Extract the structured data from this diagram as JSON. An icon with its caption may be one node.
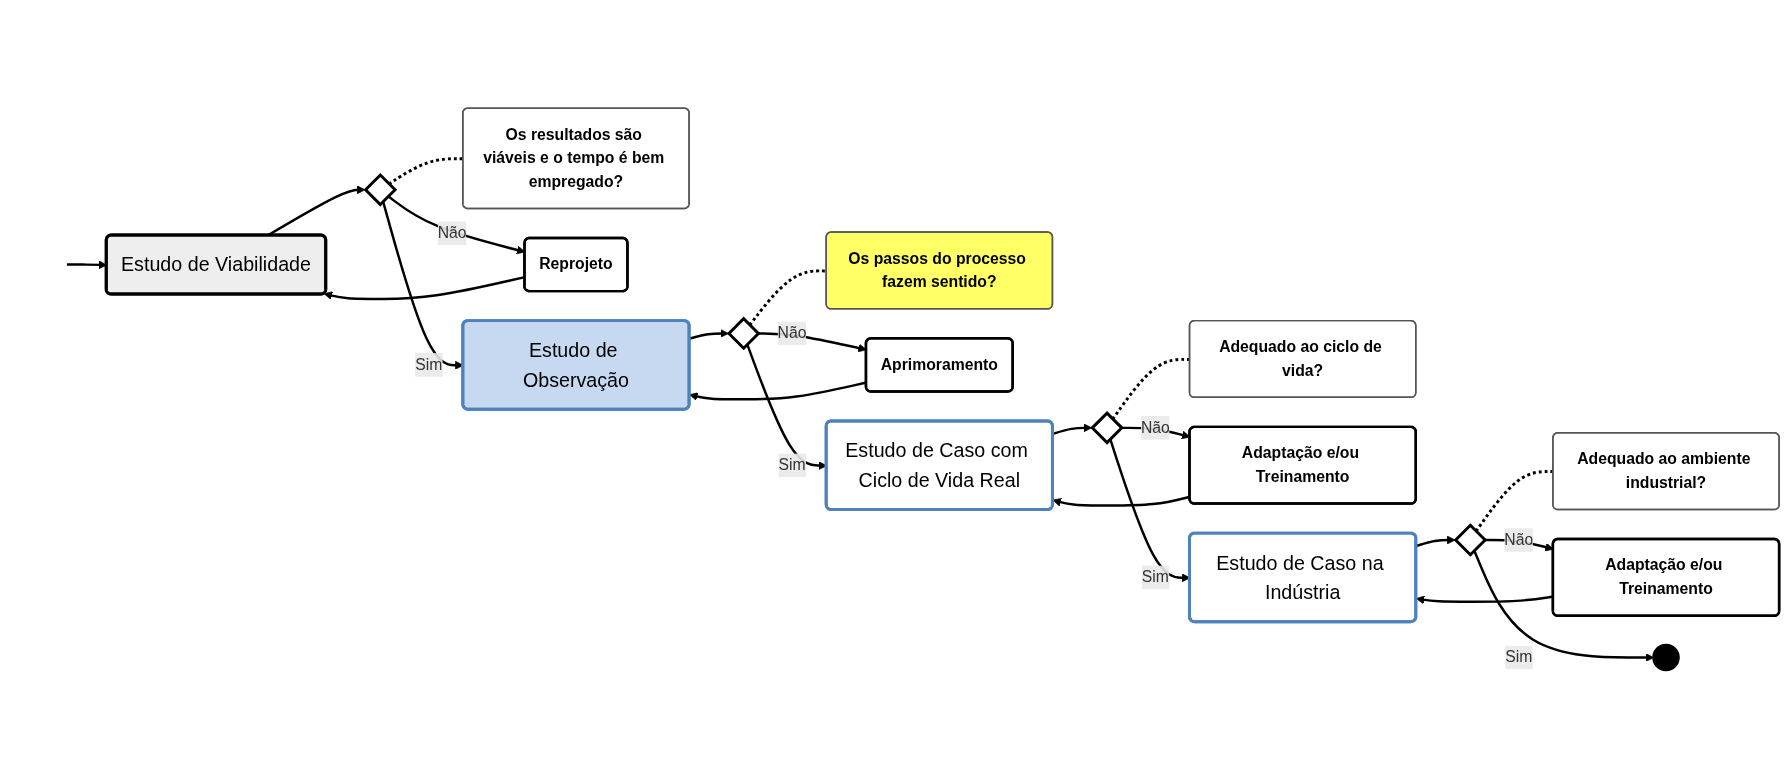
{
  "diagram": {
    "nodes": [
      {
        "text": [
          "Estudo de Viabilidade"
        ]
      },
      {
        "text": [],
        "shape": "diamond"
      },
      {
        "text": [
          "Os resultados são viáveis e o tempo é bem empregado?"
        ]
      },
      {
        "text": [
          "Reprojeto"
        ]
      },
      {
        "text": [
          "Estudo de Observação"
        ]
      },
      {
        "text": [],
        "shape": "diamond"
      },
      {
        "text": [
          "Os passos do processo fazem sentido?"
        ]
      },
      {
        "text": [
          "Aprimoramento"
        ]
      },
      {
        "text": [
          "Estudo de Caso com Ciclo de Vida Real"
        ]
      },
      {
        "text": [],
        "shape": "diamond"
      },
      {
        "text": [
          "Adequado ao ciclo de vida?"
        ]
      },
      {
        "text": [
          "Adaptação e/ou Treinamento"
        ]
      },
      {
        "text": [
          "Estudo de Caso na Indústria"
        ]
      },
      {
        "text": [],
        "shape": "diamond"
      },
      {
        "text": [
          "Adequado ao ambiente industrial?"
        ]
      },
      {
        "text": [
          "Adaptação e/ou Treinamento"
        ]
      },
      {
        "text": [],
        "shape": "circle"
      }
    ],
    "edges": [
      {
        "from": null,
        "to": 0,
        "arrow": "to"
      },
      {
        "from": 0,
        "to": 1,
        "arrow": "to"
      },
      {
        "from": 1,
        "to": 2,
        "arrow": "none",
        "style": "dashed"
      },
      {
        "from": 1,
        "to": 3,
        "arrow": "to",
        "label": "Não"
      },
      {
        "from": 3,
        "to": 0,
        "arrow": "to"
      },
      {
        "from": 1,
        "to": 4,
        "arrow": "to",
        "label": "Sim"
      },
      {
        "from": 4,
        "to": 5,
        "arrow": "to"
      },
      {
        "from": 5,
        "to": 6,
        "arrow": "none",
        "style": "dashed"
      },
      {
        "from": 5,
        "to": 7,
        "arrow": "to",
        "label": "Não"
      },
      {
        "from": 7,
        "to": 4,
        "arrow": "to"
      },
      {
        "from": 5,
        "to": 8,
        "arrow": "to",
        "label": "Sim"
      },
      {
        "from": 8,
        "to": 9,
        "arrow": "to"
      },
      {
        "from": 9,
        "to": 10,
        "arrow": "none",
        "style": "dashed"
      },
      {
        "from": 9,
        "to": 11,
        "arrow": "to",
        "label": "Não"
      },
      {
        "from": 11,
        "to": 8,
        "arrow": "to"
      },
      {
        "from": 9,
        "to": 12,
        "arrow": "to",
        "label": "Sim"
      },
      {
        "from": 12,
        "to": 13,
        "arrow": "to"
      },
      {
        "from": 13,
        "to": 14,
        "arrow": "none",
        "style": "dashed"
      },
      {
        "from": 13,
        "to": 15,
        "arrow": "to",
        "label": "Não"
      },
      {
        "from": 15,
        "to": 12,
        "arrow": "to"
      },
      {
        "from": 13,
        "to": 16,
        "arrow": "to",
        "label": "Sim"
      }
    ]
  }
}
